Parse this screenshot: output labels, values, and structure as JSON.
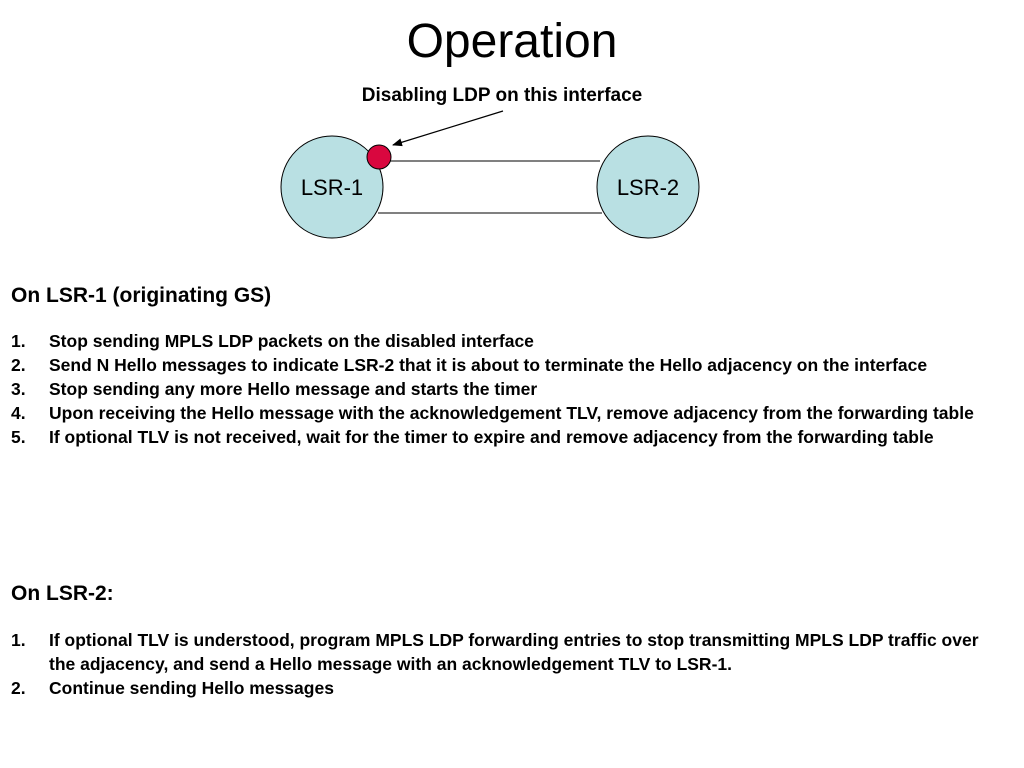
{
  "title": "Operation",
  "callout": "Disabling LDP on this interface",
  "diagram": {
    "nodes": [
      {
        "label": "LSR-1"
      },
      {
        "label": "LSR-2"
      }
    ],
    "node_fill": "#b9e0e3",
    "marker_fill": "#d9073f"
  },
  "lsr1": {
    "heading": "On LSR-1 (originating GS)",
    "steps": [
      {
        "num": "1.",
        "text": "Stop sending MPLS LDP packets on the disabled interface"
      },
      {
        "num": "2.",
        "text": "Send N Hello messages to indicate LSR-2 that it is about to terminate the Hello adjacency on the interface"
      },
      {
        "num": "3.",
        "text": "Stop sending any more Hello message and starts the timer"
      },
      {
        "num": "4.",
        "text": "Upon receiving the Hello message with the acknowledgement TLV, remove adjacency from the forwarding table"
      },
      {
        "num": "5.",
        "text": "If optional TLV is not received, wait for the timer to expire and remove adjacency from the forwarding table"
      }
    ]
  },
  "lsr2": {
    "heading": "On LSR-2:",
    "steps": [
      {
        "num": "1.",
        "text": "If optional TLV is understood, program MPLS LDP forwarding entries to stop transmitting MPLS LDP traffic over the adjacency, and send a Hello message with an acknowledgement TLV to LSR-1."
      },
      {
        "num": "2.",
        "text": "Continue sending Hello messages"
      }
    ]
  }
}
